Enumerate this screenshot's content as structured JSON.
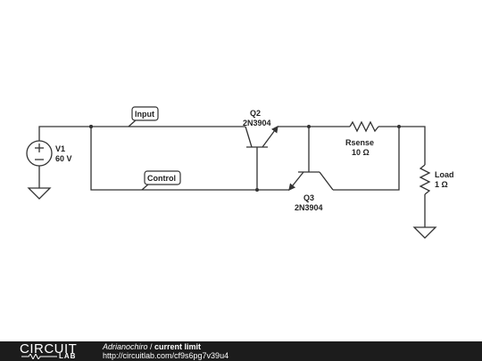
{
  "schematic": {
    "v1": {
      "name": "V1",
      "value": "60 V"
    },
    "q2": {
      "name": "Q2",
      "part": "2N3904"
    },
    "q3": {
      "name": "Q3",
      "part": "2N3904"
    },
    "rsense": {
      "name": "Rsense",
      "value": "10 Ω"
    },
    "load": {
      "name": "Load",
      "value": "1 Ω"
    },
    "tags": {
      "input": "Input",
      "control": "Control"
    }
  },
  "footer": {
    "logo_top": "CIRCUIT",
    "logo_bottom": "LAB",
    "author": "Adrianochiro",
    "separator": " / ",
    "title": "current limit",
    "url": "http://circuitlab.com/cf9s6pg7v39u4"
  },
  "colors": {
    "wire": "#333333",
    "background": "#ffffff",
    "footer_bg": "#1c1c1c"
  }
}
